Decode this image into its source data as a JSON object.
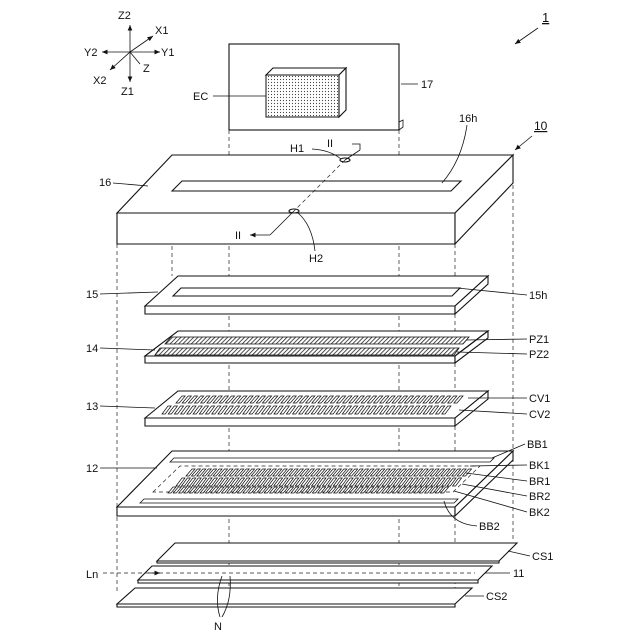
{
  "figure": {
    "number": "1",
    "assembly": "10"
  },
  "axes": {
    "z2": "Z2",
    "x1": "X1",
    "y2": "Y2",
    "y1": "Y1",
    "z": "Z",
    "x2": "X2",
    "z1": "Z1"
  },
  "parts": {
    "ec": "EC",
    "case17": "17",
    "top16": "16",
    "slot16h": "16h",
    "h1": "H1",
    "h2": "H2",
    "sec_top": "II",
    "sec_bottom": "II",
    "layer15": "15",
    "hole15h": "15h",
    "layer14": "14",
    "pz1": "PZ1",
    "pz2": "PZ2",
    "layer13": "13",
    "cv1": "CV1",
    "cv2": "CV2",
    "layer12": "12",
    "bb1": "BB1",
    "bk1": "BK1",
    "br1": "BR1",
    "br2": "BR2",
    "bk2": "BK2",
    "bb2": "BB2",
    "cs1": "CS1",
    "layer11": "11",
    "ln": "Ln",
    "cs2": "CS2",
    "n": "N"
  },
  "colors": {
    "line": "#111111",
    "paper": "#ffffff",
    "strip": "#333333"
  }
}
